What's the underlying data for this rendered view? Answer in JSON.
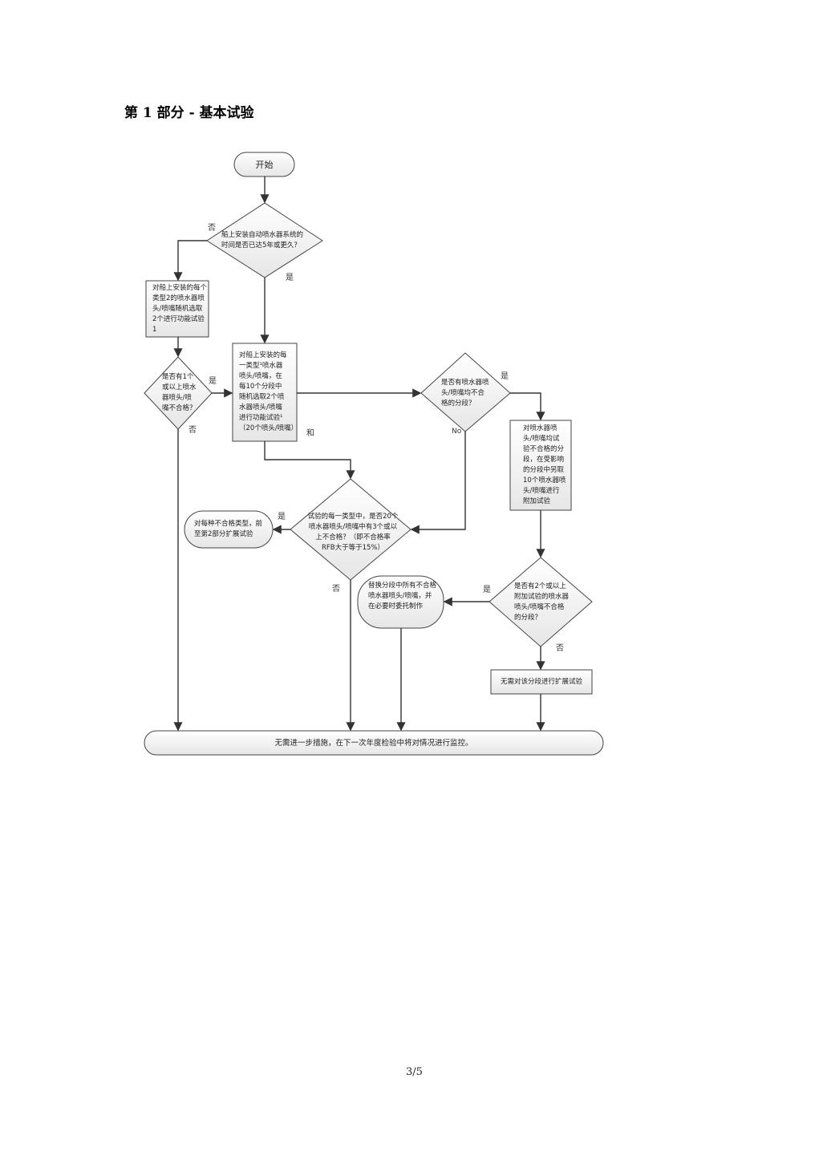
{
  "title": "第 1 部分  -  基本试验",
  "nodes": {
    "start": "开始",
    "q_age": "船上安装自动喷水器系统的\n时间是否已达5年或更久？",
    "test_type2": "对船上安装的每个\n类型2的喷水器喷\n头/喷嘴随机选取\n2个进行功能试验1",
    "q_one_fail": "是否有1个\n或以上喷水\n器喷头/喷\n嘴不合格？",
    "test_each_type": "对船上安装的每\n一类型¹喷水器\n喷头/喷嘴，在\n每10个分段中\n随机选取2个喷\n水器喷头/喷嘴\n进行功能试验¹\n（20个喷头/喷嘴）",
    "q_section_all_fail": "是否有喷水器喷\n头/喷嘴均不合\n格的分段？",
    "additional_test": "对喷水器喷\n头/喷嘴均试\n验不合格的分\n段，在受影响\n的分段中另取\n10个喷水器喷\n头/喷嘴进行\n附加试验",
    "q_rate": "试验的每一类型中，是否20个\n喷水器喷头/喷嘴中有3个或以\n上不合格？（即不合格率\nRFB大于等于15%）",
    "go_part2": "对每种不合格类型，前\n至第2部分扩展试验",
    "q_two_sections": "是否有2个或以上\n附加试验的喷水器\n喷头/喷嘴不合格\n的分段？",
    "replace": "替换分段中所有不合格\n喷水器喷头/喷嘴，并\n在必要时委托制作",
    "no_extended": "无需对该分段进行扩展试验",
    "end": "无需进一步措施，在下一次年度检验中将对情况进行监控。"
  },
  "labels": {
    "age_no": "否",
    "age_yes": "是",
    "one_fail_yes": "是",
    "one_fail_no": "否",
    "and": "和",
    "section_yes": "是",
    "section_no": "No",
    "rate_yes": "是",
    "rate_no": "否",
    "two_yes": "是",
    "two_no": "否"
  },
  "page_number": "3/5"
}
